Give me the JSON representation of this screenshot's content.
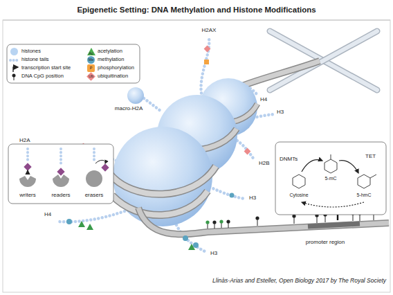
{
  "diagram": {
    "title": "Epigenetic Setting: DNA Methylation and Histone Modifications",
    "caption": "Llinàs-Arias and Esteller, Open Biology 2017 by The Royal Society",
    "labels": [
      "H2AX",
      "macro-H2A",
      "H4",
      "H3",
      "H2A",
      "H2B",
      "H3",
      "H4",
      "H3",
      "writers",
      "readers",
      "erasers",
      "DNMTs",
      "TET",
      "5-mC",
      "Cytosine",
      "5-hmC",
      "promoter region",
      "Ac",
      "Me",
      "P",
      "Ub"
    ],
    "legend": [
      {
        "text": "histones",
        "color": "#b8d4f2"
      },
      {
        "text": "histone tails"
      },
      {
        "text": "transcription start site"
      },
      {
        "text": "DNA CpG position"
      },
      {
        "text": "acetylation",
        "color": "#4caf50"
      },
      {
        "text": "methylation",
        "color": "#5ba3c0"
      },
      {
        "text": "phosphorylation",
        "color": "#f4a340"
      },
      {
        "text": "ubiquitination",
        "color": "#ec8a8a"
      }
    ]
  }
}
